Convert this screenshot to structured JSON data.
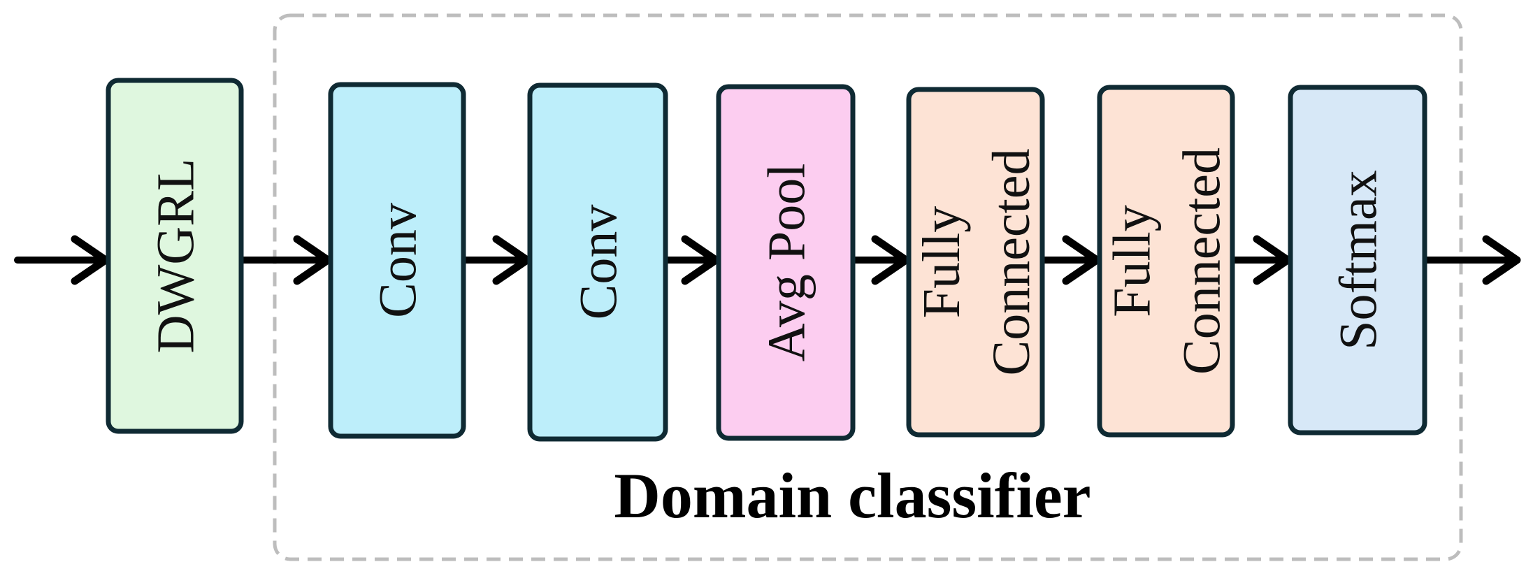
{
  "diagram": {
    "colors": {
      "outline": "#0f2a33",
      "arrow": "#000000",
      "group_border": "#bdbdbd",
      "dwgrl": "#dff7df",
      "conv": "#bdeefa",
      "pool": "#fccdf0",
      "fc": "#fde3d5",
      "softmax": "#d7e8f7"
    },
    "blocks": [
      {
        "id": "dwgrl",
        "label_lines": [
          "DWGRL"
        ],
        "color_key": "dwgrl"
      },
      {
        "id": "conv-1",
        "label_lines": [
          "Conv"
        ],
        "color_key": "conv"
      },
      {
        "id": "conv-2",
        "label_lines": [
          "Conv"
        ],
        "color_key": "conv"
      },
      {
        "id": "avg-pool",
        "label_lines": [
          "Avg Pool"
        ],
        "color_key": "pool"
      },
      {
        "id": "fully-connected-1",
        "label_lines": [
          "Fully",
          "Connected"
        ],
        "color_key": "fc"
      },
      {
        "id": "fully-connected-2",
        "label_lines": [
          "Fully",
          "Connected"
        ],
        "color_key": "fc"
      },
      {
        "id": "softmax",
        "label_lines": [
          "Softmax"
        ],
        "color_key": "softmax"
      }
    ],
    "group": {
      "label": "Domain classifier",
      "contains": [
        "conv-1",
        "conv-2",
        "avg-pool",
        "fully-connected-1",
        "fully-connected-2",
        "softmax"
      ]
    },
    "edges": [
      {
        "from": "input",
        "to": "dwgrl"
      },
      {
        "from": "dwgrl",
        "to": "conv-1"
      },
      {
        "from": "conv-1",
        "to": "conv-2"
      },
      {
        "from": "conv-2",
        "to": "avg-pool"
      },
      {
        "from": "avg-pool",
        "to": "fully-connected-1"
      },
      {
        "from": "fully-connected-1",
        "to": "fully-connected-2"
      },
      {
        "from": "fully-connected-2",
        "to": "softmax"
      },
      {
        "from": "softmax",
        "to": "output"
      }
    ]
  }
}
